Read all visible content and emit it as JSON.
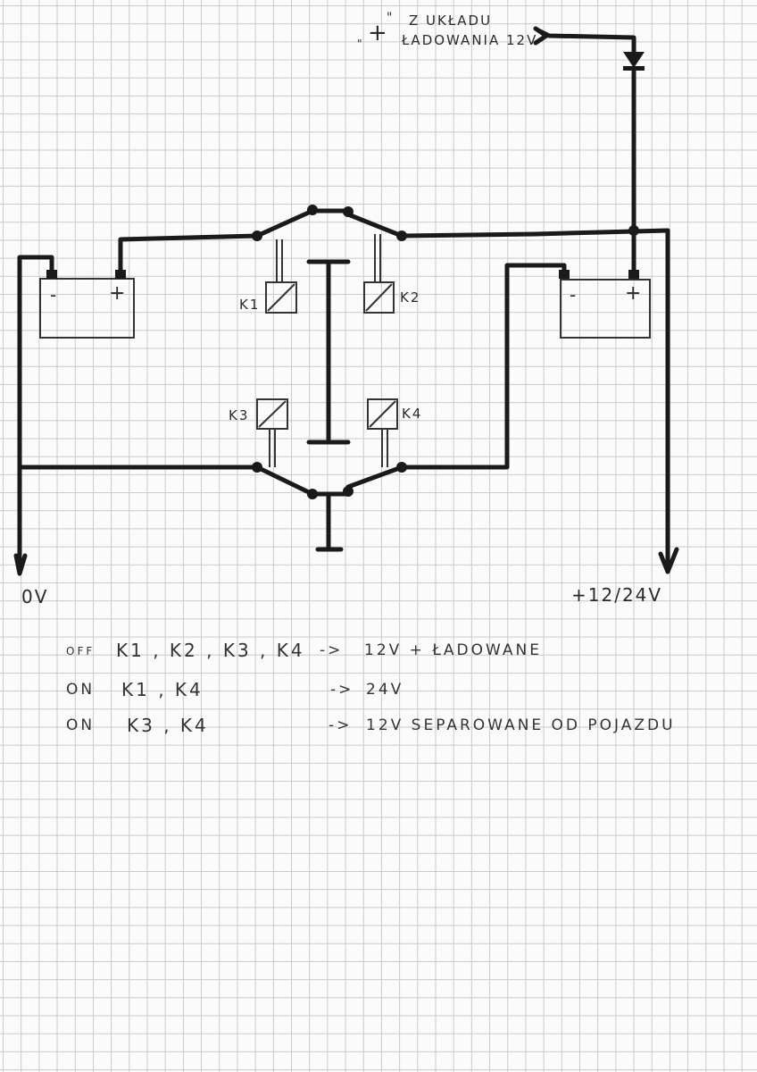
{
  "source_label": {
    "quote_open": "\"",
    "plus": "+",
    "quote_close": "\"",
    "line1": "Z UKŁADU",
    "line2": "ŁADOWANIA 12V"
  },
  "relays": [
    "K1",
    "K2",
    "K3",
    "K4"
  ],
  "outputs": {
    "left": "0V",
    "right": "+12/24V"
  },
  "battery": {
    "minus": "-",
    "plus": "+"
  },
  "table": [
    {
      "state": "OFF",
      "relays": "K1 , K2 , K3 , K4",
      "arrow": "->",
      "result": "12V + ŁADOWANE"
    },
    {
      "state": "ON",
      "relays": "K1 , K4",
      "arrow": "->",
      "result": "24V"
    },
    {
      "state": "ON",
      "relays": "K3 , K4",
      "arrow": "->",
      "result": "12V SEPAROWANE OD POJAZDU"
    }
  ]
}
